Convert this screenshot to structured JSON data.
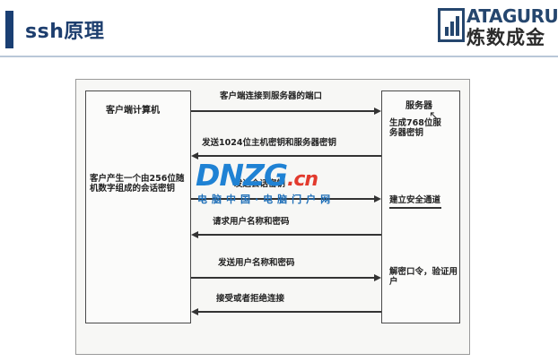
{
  "slide": {
    "title": "ssh原理",
    "brand_name": "ATAGURU",
    "brand_cn": "炼数成金"
  },
  "diagram": {
    "client_title": "客户端计算机",
    "server_title": "服务器",
    "client_note": "客户产生一个由256位随机数字组成的会话密钥",
    "server_note_keys": "生成768位服务器密钥",
    "server_note_channel": "建立安全通道",
    "server_note_verify": "解密口令，验证用户",
    "messages": [
      {
        "label": "客户端连接到服务器的端口",
        "direction": "right"
      },
      {
        "label": "发送1024位主机密钥和服务器密钥",
        "direction": "left"
      },
      {
        "label": "发送会话密钥",
        "direction": "right"
      },
      {
        "label": "请求用户名称和密码",
        "direction": "left"
      },
      {
        "label": "发送用户名称和密码",
        "direction": "right"
      },
      {
        "label": "接受或者拒绝连接",
        "direction": "left"
      }
    ]
  },
  "watermark": {
    "logo": "DNZG",
    "logo_suffix": ".cn",
    "subtitle": "电脑中国·电脑门户网"
  },
  "colors": {
    "accent": "#1a3f73",
    "watermark_blue": "#1f82d4",
    "watermark_red": "#e23a2d"
  }
}
